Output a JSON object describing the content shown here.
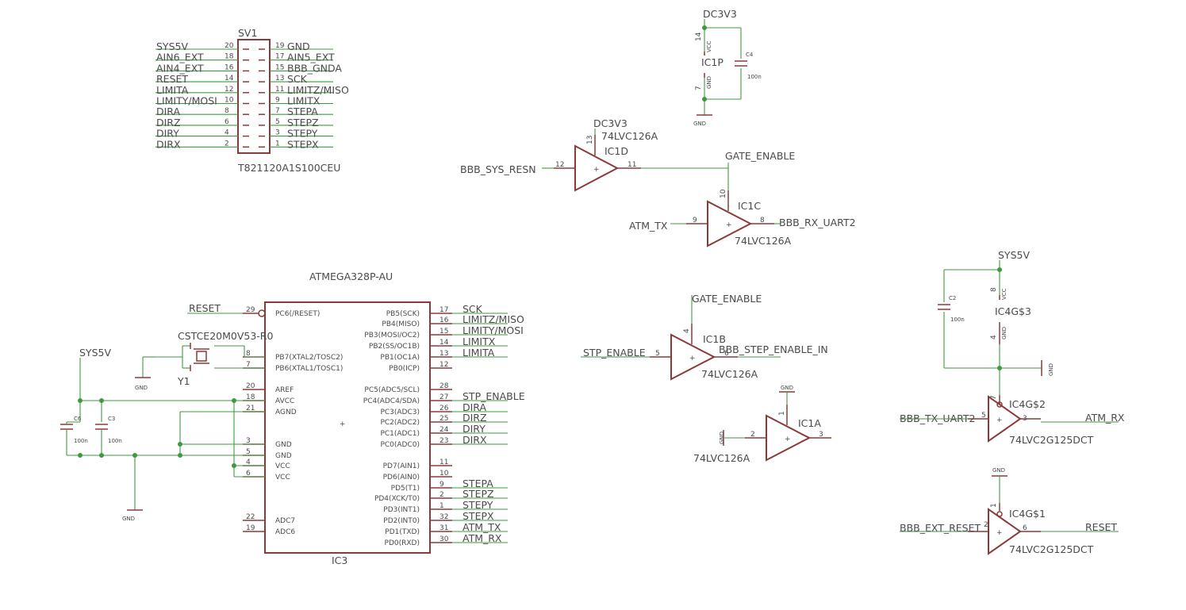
{
  "sv1": {
    "name": "SV1",
    "value": "T821120A1S100CEU",
    "left_nets": [
      "SYS5V",
      "AIN6_EXT",
      "AIN4_EXT",
      "RESET",
      "LIMITA",
      "LIMITY/MOSI",
      "DIRA",
      "DIRZ",
      "DIRY",
      "DIRX"
    ],
    "left_pins": [
      "20",
      "18",
      "16",
      "14",
      "12",
      "10",
      "8",
      "6",
      "4",
      "2"
    ],
    "right_nets": [
      "GND",
      "AIN5_EXT",
      "BBB_GNDA",
      "SCK",
      "LIMITZ/MISO",
      "LIMITX",
      "STEPA",
      "STEPZ",
      "STEPY",
      "STEPX"
    ],
    "right_pins": [
      "19",
      "17",
      "15",
      "13",
      "11",
      "9",
      "7",
      "5",
      "3",
      "1"
    ]
  },
  "ic1p": {
    "name": "IC1P",
    "supply": "DC3V3",
    "vcc_pin": "14",
    "vcc": "VCC",
    "gnd_pin": "7",
    "gnd": "GND",
    "cap": "C4",
    "cap_value": "100n",
    "gnd_symbol": "GND"
  },
  "ic1d": {
    "name": "IC1D",
    "value": "74LVC126A",
    "supply": "DC3V3",
    "oe_pin": "13",
    "in_pin": "12",
    "out_pin": "11",
    "in_net": "BBB_SYS_RESN",
    "out_net": "GATE_ENABLE"
  },
  "ic1c": {
    "name": "IC1C",
    "value": "74LVC126A",
    "oe_pin": "10",
    "in_pin": "9",
    "out_pin": "8",
    "in_net": "ATM_TX",
    "out_net": "BBB_RX_UART2"
  },
  "ic1b": {
    "name": "IC1B",
    "value": "74LVC126A",
    "oe_net": "GATE_ENABLE",
    "oe_pin": "4",
    "in_pin": "5",
    "out_pin": "6",
    "in_net": "STP_ENABLE",
    "out_net": "BBB_STEP_ENABLE_IN"
  },
  "ic1a": {
    "name": "IC1A",
    "value": "74LVC126A",
    "oe_net": "GND",
    "oe_pin": "1",
    "in_pin": "2",
    "out_pin": "3",
    "in_gnd": "GND"
  },
  "ic4g3": {
    "name": "IC4G$3",
    "supply": "SYS5V",
    "vcc_pin": "8",
    "vcc": "VCC",
    "gnd_pin": "4",
    "gnd": "GND",
    "cap": "C2",
    "cap_value": "100n",
    "gnd_symbol": "GND"
  },
  "ic4g2": {
    "name": "IC4G$2",
    "value": "74LVC2G125DCT",
    "oe_pin": "7",
    "in_pin": "5",
    "out_pin": "3",
    "in_net": "BBB_TX_UART2",
    "out_net": "ATM_RX"
  },
  "ic4g1": {
    "name": "IC4G$1",
    "value": "74LVC2G125DCT",
    "oe_net": "GND",
    "oe_pin": "1",
    "in_pin": "2",
    "out_pin": "6",
    "in_net": "BBB_EXT_RESET",
    "out_net": "RESET"
  },
  "ic3": {
    "name": "IC3",
    "value": "ATMEGA328P-AU",
    "left_pins": [
      {
        "num": "29",
        "name": "PC6(/RESET)",
        "net": "RESET"
      },
      {
        "num": "8",
        "name": "PB7(XTAL2/TOSC2)",
        "net": ""
      },
      {
        "num": "7",
        "name": "PB6(XTAL1/TOSC1)",
        "net": ""
      },
      {
        "num": "20",
        "name": "AREF",
        "net": ""
      },
      {
        "num": "18",
        "name": "AVCC",
        "net": ""
      },
      {
        "num": "21",
        "name": "AGND",
        "net": ""
      },
      {
        "num": "3",
        "name": "GND",
        "net": ""
      },
      {
        "num": "5",
        "name": "GND",
        "net": ""
      },
      {
        "num": "4",
        "name": "VCC",
        "net": ""
      },
      {
        "num": "6",
        "name": "VCC",
        "net": ""
      },
      {
        "num": "22",
        "name": "ADC7",
        "net": ""
      },
      {
        "num": "19",
        "name": "ADC6",
        "net": ""
      }
    ],
    "right_pins": [
      {
        "num": "17",
        "name": "PB5(SCK)",
        "net": "SCK"
      },
      {
        "num": "16",
        "name": "PB4(MISO)",
        "net": "LIMITZ/MISO"
      },
      {
        "num": "15",
        "name": "PB3(MOSI/OC2)",
        "net": "LIMITY/MOSI"
      },
      {
        "num": "14",
        "name": "PB2(SS/OC1B)",
        "net": "LIMITX"
      },
      {
        "num": "13",
        "name": "PB1(OC1A)",
        "net": "LIMITA"
      },
      {
        "num": "12",
        "name": "PB0(ICP)",
        "net": ""
      },
      {
        "num": "28",
        "name": "PC5(ADC5/SCL)",
        "net": ""
      },
      {
        "num": "27",
        "name": "PC4(ADC4/SDA)",
        "net": "STP_ENABLE"
      },
      {
        "num": "26",
        "name": "PC3(ADC3)",
        "net": "DIRA"
      },
      {
        "num": "25",
        "name": "PC2(ADC2)",
        "net": "DIRZ"
      },
      {
        "num": "24",
        "name": "PC1(ADC1)",
        "net": "DIRY"
      },
      {
        "num": "23",
        "name": "PC0(ADC0)",
        "net": "DIRX"
      },
      {
        "num": "11",
        "name": "PD7(AIN1)",
        "net": ""
      },
      {
        "num": "10",
        "name": "PD6(AIN0)",
        "net": ""
      },
      {
        "num": "9",
        "name": "PD5(T1)",
        "net": "STEPA"
      },
      {
        "num": "2",
        "name": "PD4(XCK/T0)",
        "net": "STEPZ"
      },
      {
        "num": "1",
        "name": "PD3(INT1)",
        "net": "STEPY"
      },
      {
        "num": "32",
        "name": "PD2(INT0)",
        "net": "STEPX"
      },
      {
        "num": "31",
        "name": "PD1(TXD)",
        "net": "ATM_TX"
      },
      {
        "num": "30",
        "name": "PD0(RXD)",
        "net": "ATM_RX"
      }
    ]
  },
  "crystal": {
    "name": "Y1",
    "value": "CSTCE20M0V53-R0",
    "gnd": "GND"
  },
  "power_left": {
    "supply": "SYS5V",
    "c6": "C6",
    "c3": "C3",
    "cap_value": "100n",
    "gnd": "GND"
  }
}
